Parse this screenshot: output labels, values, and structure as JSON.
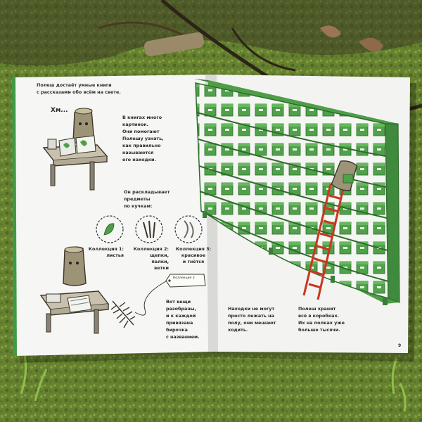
{
  "book": {
    "left_page": {
      "intro": "Полеш достаёт умные книги\nс рассказами обо всём на свете.",
      "exclaim": "Хм...",
      "books_text": "В книгах много\nкартинок.\nОни помогают\nПолешу узнать,\nкак правильно\nназываются\nего находки.",
      "sort_text": "Он раскладывает\nпредметы\nпо кучкам:",
      "collections": [
        {
          "label": "Коллекция 1:\nлистья"
        },
        {
          "label": "Коллекция 2:\nщепки,\nпалки,\nветки"
        },
        {
          "label": "Коллекция 3:\nкрасивое\nи гнётся"
        }
      ],
      "tag_text": "Коллекция 2",
      "tag_desc": "Вот вещи\nразобраны,\nи к каждой\nпривязана\nбирочка\nс названием."
    },
    "right_page": {
      "text_floor": "Находки не могут\nпросто лежать на\nполу, они мешают\nходить.",
      "text_boxes": "Полеш хранит\nвсё в коробках.\nИх на полках уже\nбольше тысячи.",
      "page_number": "9"
    }
  },
  "colors": {
    "moss": "#6f8a35",
    "page": "#f5f5f3",
    "shelf_green": "#4e9e48",
    "shelf_dark": "#3a7d3a",
    "ladder": "#d9402a",
    "text": "#2b2b2b"
  }
}
